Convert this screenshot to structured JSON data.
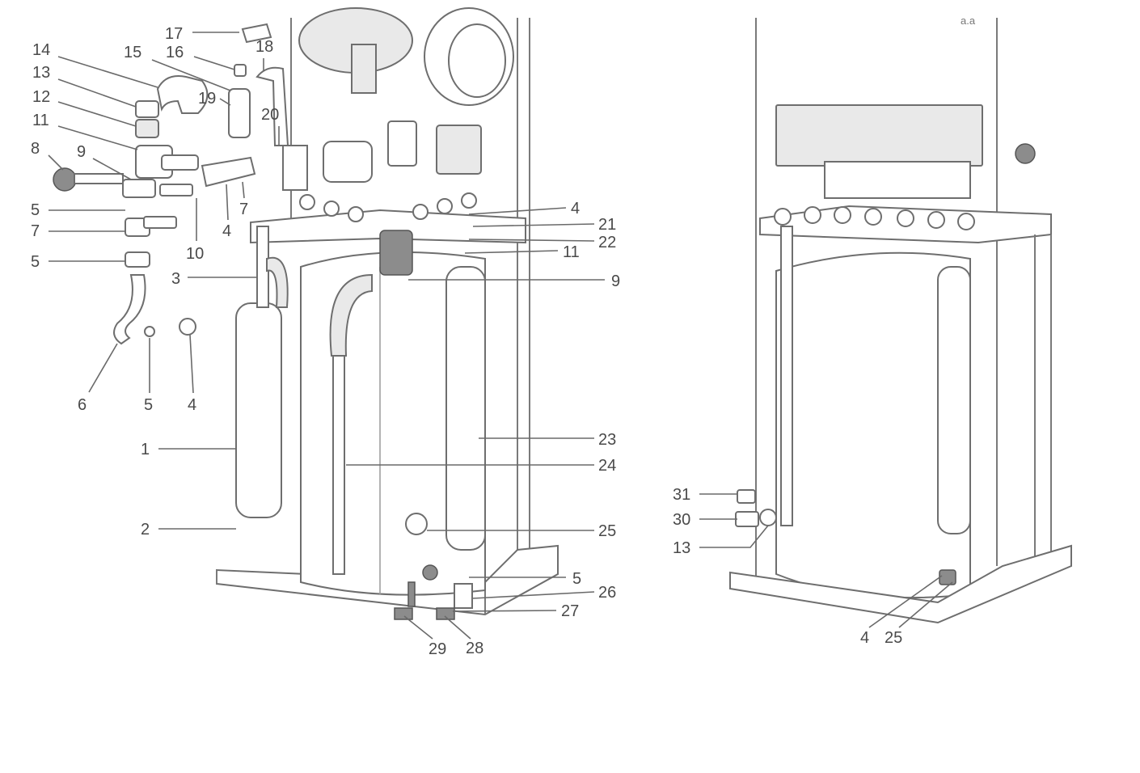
{
  "diagram": {
    "corner_mark": "a.a",
    "views": [
      {
        "name": "front-view",
        "callouts": [
          "17",
          "18",
          "16",
          "15",
          "14",
          "13",
          "12",
          "11",
          "8",
          "9",
          "19",
          "20",
          "5",
          "7",
          "5",
          "10",
          "4",
          "7",
          "4",
          "21",
          "22",
          "11",
          "3",
          "9",
          "6",
          "5",
          "4",
          "1",
          "23",
          "24",
          "2",
          "25",
          "5",
          "26",
          "27",
          "29",
          "28"
        ]
      },
      {
        "name": "rear-view",
        "callouts": [
          "31",
          "30",
          "13",
          "4",
          "25"
        ]
      }
    ]
  }
}
